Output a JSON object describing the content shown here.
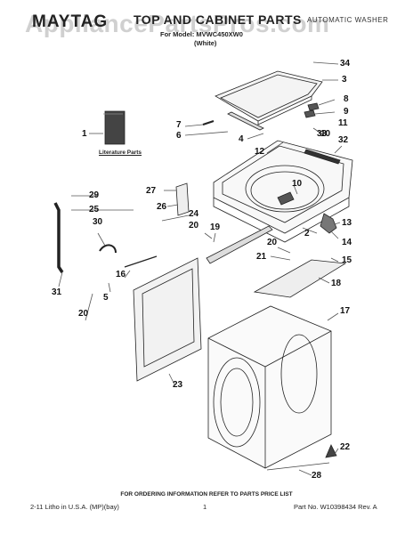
{
  "header": {
    "brand": "MAYTAG",
    "title": "TOP AND CABINET PARTS",
    "product_type": "AUTOMATIC WASHER",
    "model_line": "For Model: MVWC450XW0",
    "color": "(White)"
  },
  "watermark": "AppliancePartsPros.com",
  "literature_label": "Literature Parts",
  "callouts": [
    {
      "id": "34",
      "text": "34"
    },
    {
      "id": "3",
      "text": "3"
    },
    {
      "id": "8",
      "text": "8"
    },
    {
      "id": "9",
      "text": "9"
    },
    {
      "id": "10a",
      "text": "10"
    },
    {
      "id": "11",
      "text": "11"
    },
    {
      "id": "7",
      "text": "7"
    },
    {
      "id": "6",
      "text": "6"
    },
    {
      "id": "4",
      "text": "4"
    },
    {
      "id": "33",
      "text": "33"
    },
    {
      "id": "32",
      "text": "32"
    },
    {
      "id": "12",
      "text": "12"
    },
    {
      "id": "1",
      "text": "1"
    },
    {
      "id": "10b",
      "text": "10"
    },
    {
      "id": "13",
      "text": "13"
    },
    {
      "id": "29",
      "text": "29"
    },
    {
      "id": "27",
      "text": "27"
    },
    {
      "id": "26",
      "text": "26"
    },
    {
      "id": "25",
      "text": "25"
    },
    {
      "id": "24",
      "text": "24"
    },
    {
      "id": "2",
      "text": "2"
    },
    {
      "id": "30",
      "text": "30"
    },
    {
      "id": "20a",
      "text": "20"
    },
    {
      "id": "19",
      "text": "19"
    },
    {
      "id": "14",
      "text": "14"
    },
    {
      "id": "20b",
      "text": "20"
    },
    {
      "id": "21",
      "text": "21"
    },
    {
      "id": "15",
      "text": "15"
    },
    {
      "id": "16",
      "text": "16"
    },
    {
      "id": "18",
      "text": "18"
    },
    {
      "id": "31",
      "text": "31"
    },
    {
      "id": "5",
      "text": "5"
    },
    {
      "id": "20c",
      "text": "20"
    },
    {
      "id": "17",
      "text": "17"
    },
    {
      "id": "23",
      "text": "23"
    },
    {
      "id": "22",
      "text": "22"
    },
    {
      "id": "28",
      "text": "28"
    }
  ],
  "footer": {
    "ordering_info": "FOR ORDERING INFORMATION REFER TO PARTS PRICE LIST",
    "litho": "2-11 Litho in U.S.A. (MP)(bay)",
    "page": "1",
    "part_no": "Part No. W10398434 Rev. A"
  }
}
